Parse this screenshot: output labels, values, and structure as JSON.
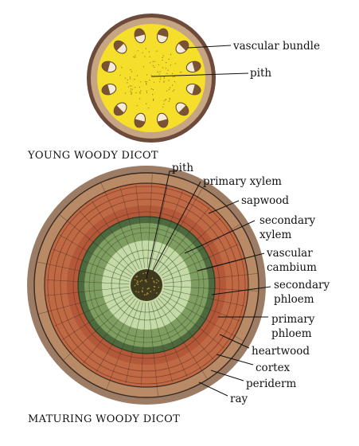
{
  "young_title": "YOUNG WOODY DICOT",
  "mature_title": "MATURING WOODY DICOT",
  "young_labels": {
    "vascular_bundle": "vascular bundle",
    "pith": "pith"
  },
  "mature_labels": {
    "pith": "pith",
    "primary_xylem": "primary xylem",
    "sapwood": "sapwood",
    "secondary_xylem_1": "secondary",
    "secondary_xylem_2": "xylem",
    "vascular_cambium_1": "vascular",
    "vascular_cambium_2": "cambium",
    "secondary_phloem_1": "secondary",
    "secondary_phloem_2": "phloem",
    "primary_phloem_1": "primary",
    "primary_phloem_2": "phloem",
    "heartwood": "heartwood",
    "cortex": "cortex",
    "periderm": "periderm",
    "ray": "ray"
  },
  "colors": {
    "young_outer": "#6e4a3a",
    "young_cortex": "#c6a585",
    "young_pith": "#f5df2a",
    "mature_bark": "#9c7c64",
    "mature_cortex": "#b98a66",
    "mature_sapwood": "#c06a45",
    "mature_heartwood": "#b3593a",
    "mature_phloem_band": "#4d6a3e",
    "mature_xylem": "#7f9e62",
    "mature_inner_xylem": "#c4dba8",
    "mature_pith": "#3f3a1e"
  }
}
